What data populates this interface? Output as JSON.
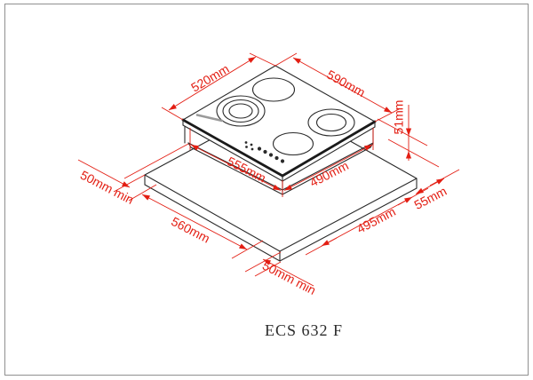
{
  "page": {
    "background": "#ffffff",
    "frame_color": "#909090"
  },
  "diagram": {
    "model_label": "ECS 632 F",
    "accent_color": "#e31e13",
    "line_color": "#2a2a2a",
    "labels": {
      "glass_width": "520mm",
      "glass_depth": "590mm",
      "installed_height": "51mm",
      "body_width": "555mm",
      "body_depth": "490mm",
      "clearance_left": "50mm min",
      "cutout_width": "560mm",
      "cutout_depth": "495mm",
      "clearance_front": "50mm min",
      "edge_offset": "55mm"
    }
  }
}
